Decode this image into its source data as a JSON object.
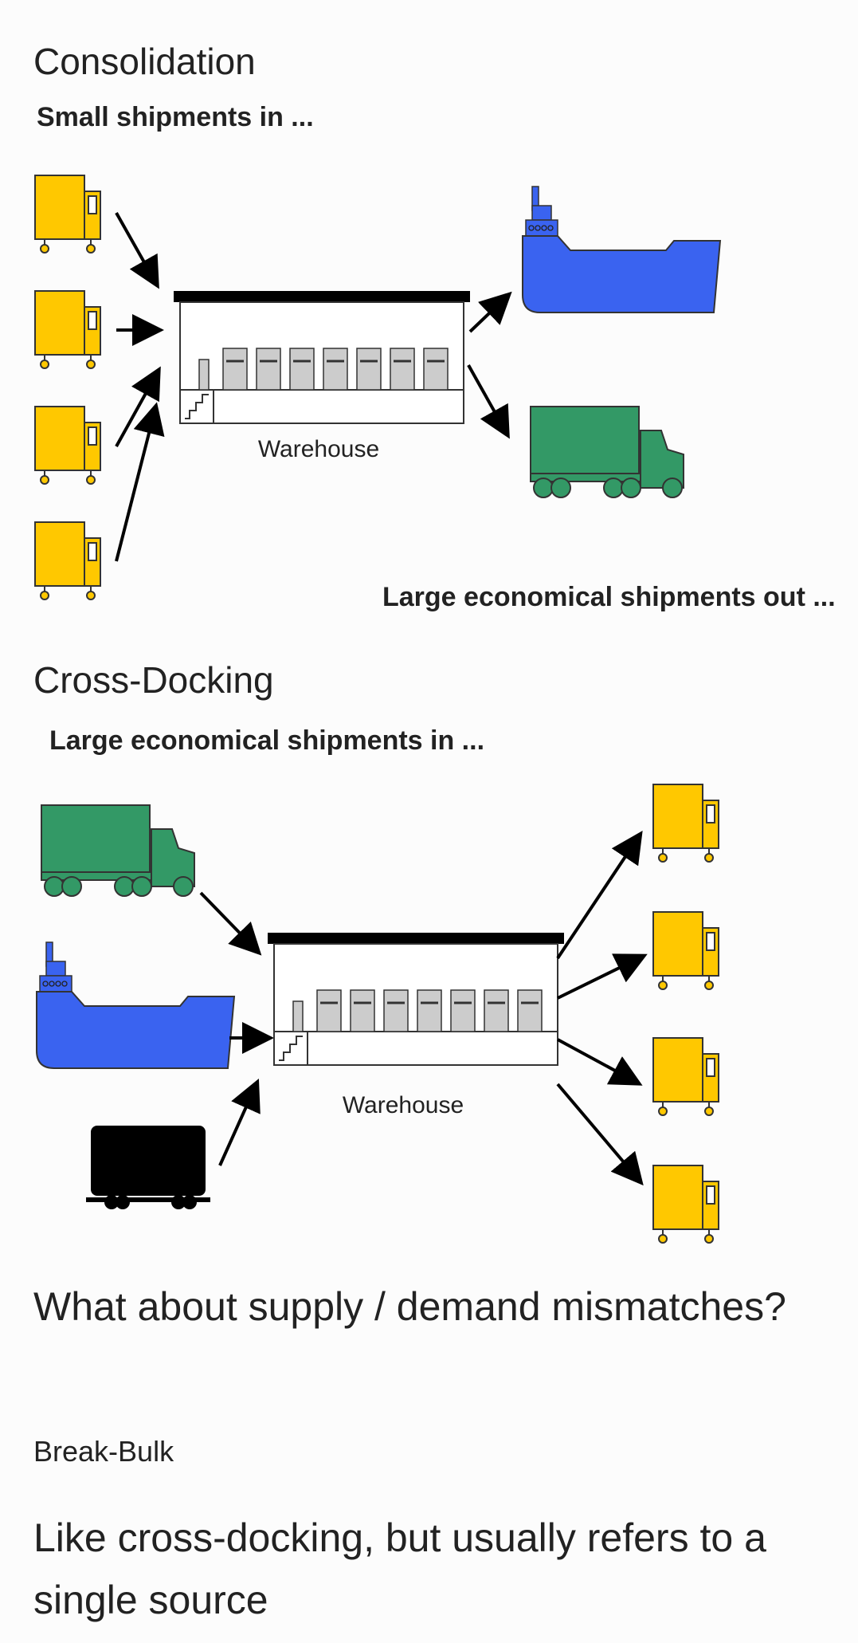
{
  "sections": {
    "consolidation": {
      "title": "Consolidation",
      "caption_in": "Small shipments in ...",
      "caption_out": "Large economical shipments out ...",
      "warehouse_label": "Warehouse"
    },
    "crossdock": {
      "title": "Cross-Docking",
      "caption_in": "Large economical shipments in ...",
      "warehouse_label": "Warehouse"
    }
  },
  "question": "What about supply / demand mismatches?",
  "subheading": "Break-Bulk",
  "description": "Like cross-docking, but usually refers to a single source",
  "colors": {
    "truck_yellow": "#ffc800",
    "ship_blue": "#3a63f0",
    "semi_green": "#339966",
    "railcar_black": "#000000",
    "dock_gray": "#cccccc"
  },
  "icons": [
    "box-truck-icon",
    "ship-icon",
    "semi-truck-icon",
    "railcar-icon",
    "warehouse-icon",
    "arrow-icon"
  ]
}
